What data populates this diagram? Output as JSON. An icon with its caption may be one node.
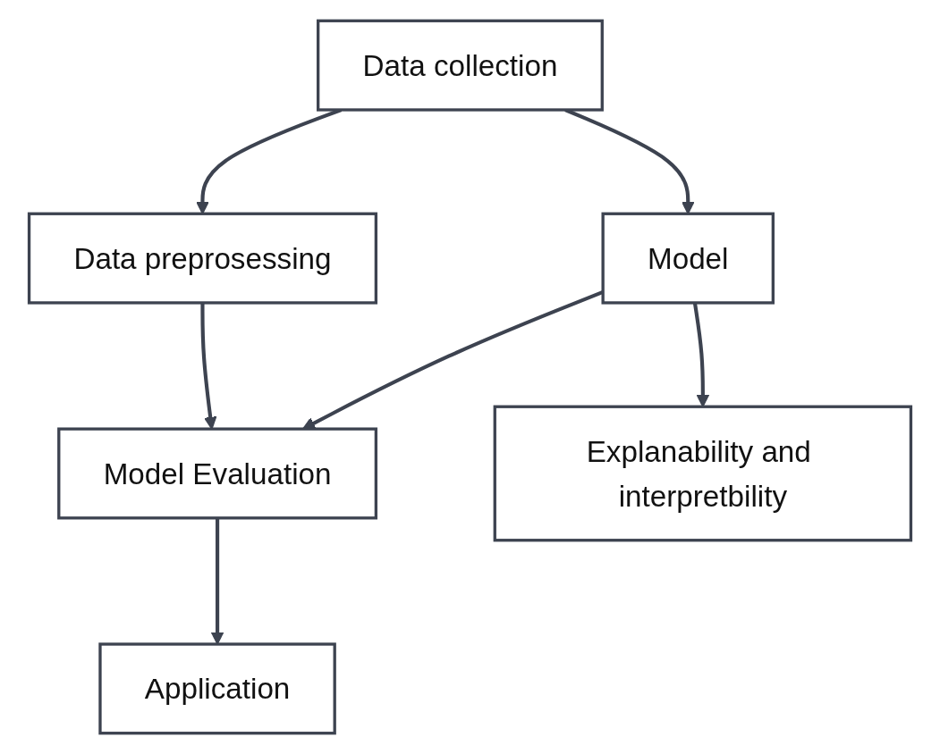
{
  "diagram": {
    "nodes": [
      {
        "text": [
          "Data collection"
        ]
      },
      {
        "text": [
          "Data preprosessing"
        ]
      },
      {
        "text": [
          "Model"
        ]
      },
      {
        "text": [
          "Model Evaluation"
        ]
      },
      {
        "text": [
          "Explanability and interpretbility"
        ]
      },
      {
        "text": [
          "Application"
        ]
      }
    ],
    "edges": [
      {
        "from": 0,
        "to": 1,
        "arrow": "to"
      },
      {
        "from": 0,
        "to": 2,
        "arrow": "to"
      },
      {
        "from": 1,
        "to": 3,
        "arrow": "to"
      },
      {
        "from": 2,
        "to": 3,
        "arrow": "to"
      },
      {
        "from": 2,
        "to": 4,
        "arrow": "to"
      },
      {
        "from": 3,
        "to": 5,
        "arrow": "to"
      }
    ]
  }
}
